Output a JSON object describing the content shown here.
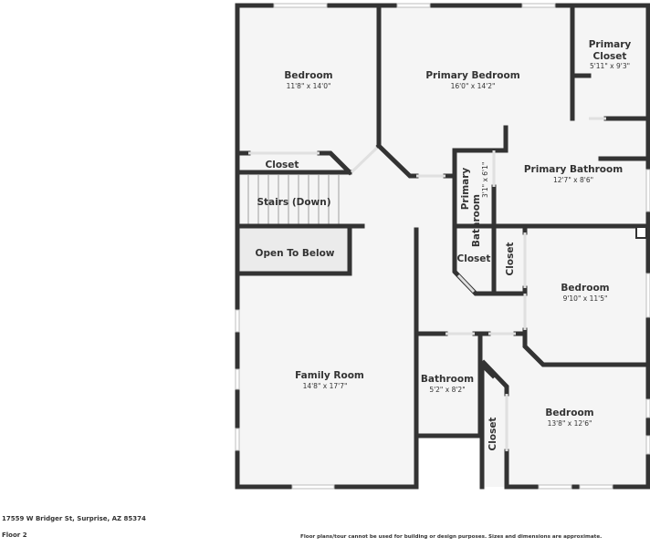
{
  "footer": {
    "address": "17559 W Bridger St, Surprise, AZ 85374",
    "floor": "Floor 2",
    "disclaimer": "Floor plans/tour cannot be used for building or design purposes. Sizes and dimensions are approximate."
  },
  "rooms": [
    {
      "name": "Bedroom",
      "dims": "11'8\" x 14'0\""
    },
    {
      "name": "Primary Bedroom",
      "dims": "16'0\" x 14'2\""
    },
    {
      "name_line1": "Primary",
      "name_line2": "Closet",
      "dims": "5'11\" x 9'3\""
    },
    {
      "name": "Closet"
    },
    {
      "name": "Stairs (Down)"
    },
    {
      "name": "Open To Below"
    },
    {
      "name_line1": "Primary",
      "name_line2": "Bathroom",
      "dims": "3'1\" x 6'1\""
    },
    {
      "name": "Primary Bathroom",
      "dims": "12'7\" x 8'6\""
    },
    {
      "name": "Closet"
    },
    {
      "name": "Closet"
    },
    {
      "name": "Bedroom",
      "dims": "9'10\" x 11'5\""
    },
    {
      "name": "Family Room",
      "dims": "14'8\" x 17'7\""
    },
    {
      "name": "Bathroom",
      "dims": "5'2\" x 8'2\""
    },
    {
      "name": "Closet"
    },
    {
      "name": "Bedroom",
      "dims": "13'8\" x 12'6\""
    }
  ],
  "colors": {
    "wall": "#333333",
    "floor": "#f5f5f5",
    "text": "#333333"
  }
}
